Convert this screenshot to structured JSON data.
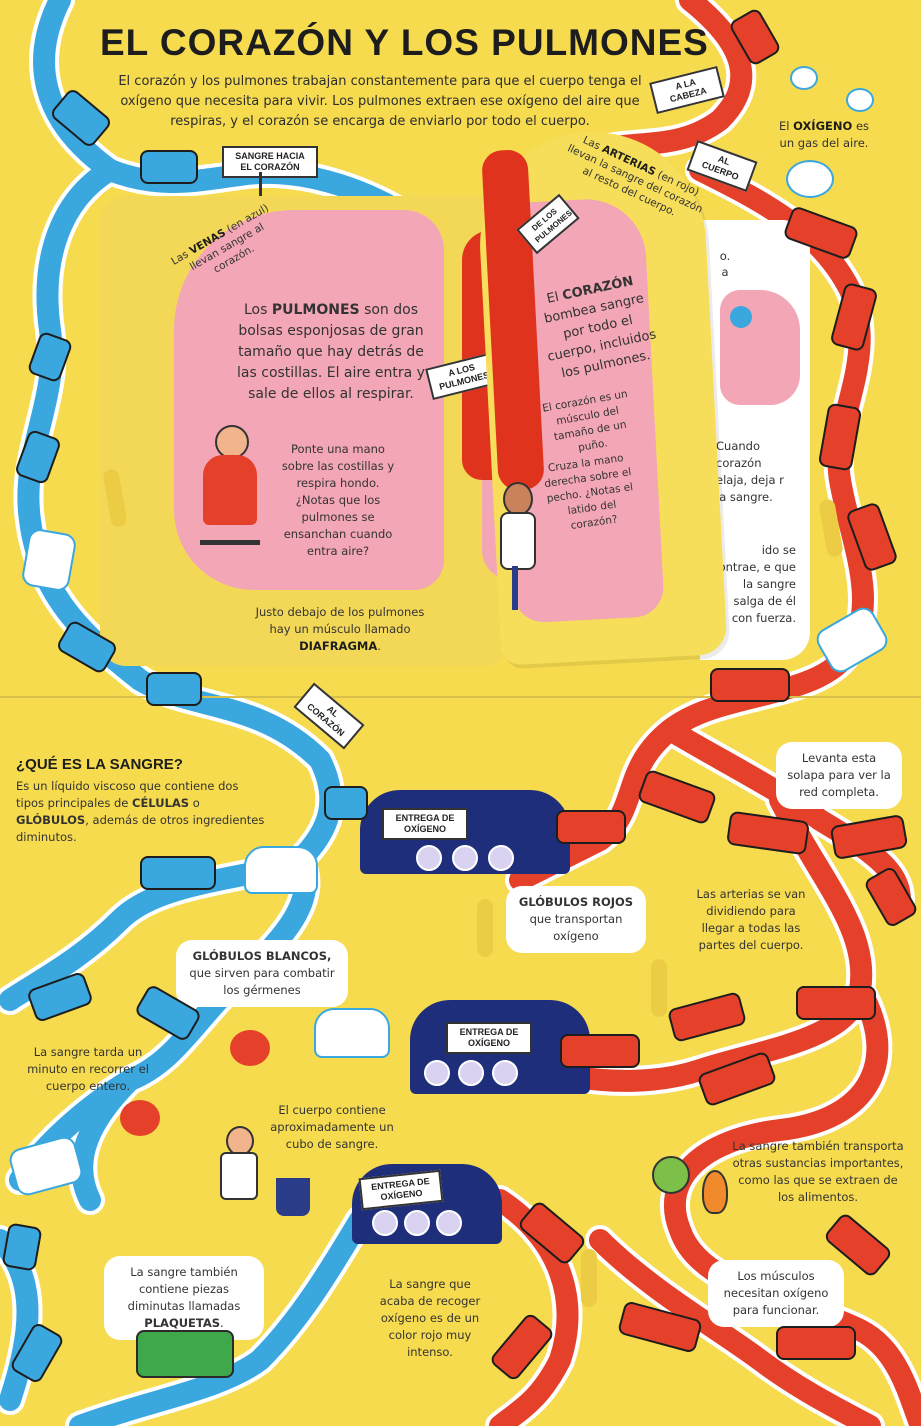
{
  "title": "EL CORAZÓN Y LOS PULMONES",
  "intro": "El corazón y los pulmones trabajan constantemente para que el cuerpo tenga el oxígeno que necesita para vivir. Los pulmones extraen ese oxígeno del aire que respiras, y el corazón se encarga de enviarlo por todo el cuerpo.",
  "signs": {
    "heart_return": "SANGRE HACIA EL CORAZÓN",
    "to_head": "A LA CABEZA",
    "to_body": "AL CUERPO",
    "to_lungs_top": "DE LOS PULMONES",
    "to_lungs": "A LOS PULMONES",
    "to_heart_mid": "AL CORAZÓN",
    "delivery_1": "ENTREGA DE OXÍGENO",
    "delivery_2": "ENTREGA DE OXÍGENO",
    "delivery_3": "ENTREGA DE OXÍGENO"
  },
  "oxygen": {
    "lead": "El",
    "bold": "OXÍGENO",
    "rest": "es un gas del aire."
  },
  "veins": {
    "lead": "Las",
    "bold": "VENAS",
    "rest": "(en azul) llevan sangre al corazón."
  },
  "arteries": {
    "lead": "Las",
    "bold": "ARTERIAS",
    "rest": "(en rojo) llevan la sangre del corazón al resto del cuerpo."
  },
  "lungs_text": {
    "lead": "Los",
    "bold": "PULMONES",
    "rest": "son dos bolsas esponjosas de gran tamaño que hay detrás de las costillas. El aire entra y sale de ellos al respirar."
  },
  "lungs_hand": "Ponte una mano sobre las costillas y respira hondo. ¿Notas que los pulmones se ensanchan cuando entra aire?",
  "diaphragm": {
    "lead": "Justo debajo de los pulmones hay un músculo llamado",
    "bold": "DIAFRAGMA",
    "end": "."
  },
  "heart_text": {
    "lead": "El",
    "bold": "CORAZÓN",
    "rest": "bombea sangre por todo el cuerpo, incluidos los pulmones."
  },
  "heart_muscle": "El corazón es un músculo del tamaño de un puño.",
  "heart_hand": "Cruza la mano derecha sobre el pecho. ¿Notas el latido del corazón?",
  "behind_flap": {
    "top_a": "o.",
    "top_b": "a",
    "relax": "Cuando corazón elaja, deja r la sangre.",
    "contract": "ido se contrae, e que la sangre salga de él con fuerza."
  },
  "blood_heading": "¿QUÉ ES LA SANGRE?",
  "blood_text": {
    "lead": "Es un líquido viscoso que contiene dos tipos principales de",
    "b1": "CÉLULAS",
    "mid": "o",
    "b2": "GLÓBULOS",
    "rest": ", además de otros ingredientes diminutos."
  },
  "lift_flap": "Levanta esta solapa para ver la red completa.",
  "red_cells": {
    "bold": "GLÓBULOS ROJOS",
    "rest": "que transportan oxígeno"
  },
  "arteries_divide": "Las arterias se van dividiendo para llegar a todas las partes del cuerpo.",
  "white_cells": {
    "bold": "GLÓBULOS BLANCOS,",
    "rest": "que sirven para combatir los gérmenes"
  },
  "minute": "La sangre tarda un minuto en recorrer el cuerpo entero.",
  "volume": "El cuerpo contiene aproximadamente un cubo de sangre.",
  "substances": "La sangre también transporta otras sustancias importantes, como las que se extraen de los alimentos.",
  "platelets": {
    "lead": "La sangre también contiene piezas diminutas llamadas",
    "bold": "PLAQUETAS",
    "end": "."
  },
  "oxygen_color": "La sangre que acaba de recoger oxígeno es de un color rojo muy intenso.",
  "muscles": "Los músculos necesitan oxígeno para funcionar.",
  "colors": {
    "vein": "#3aa7df",
    "artery": "#e5412a",
    "page": "#f6db4f",
    "lung": "#f2a6b6",
    "tunnel": "#1f2e7a"
  }
}
